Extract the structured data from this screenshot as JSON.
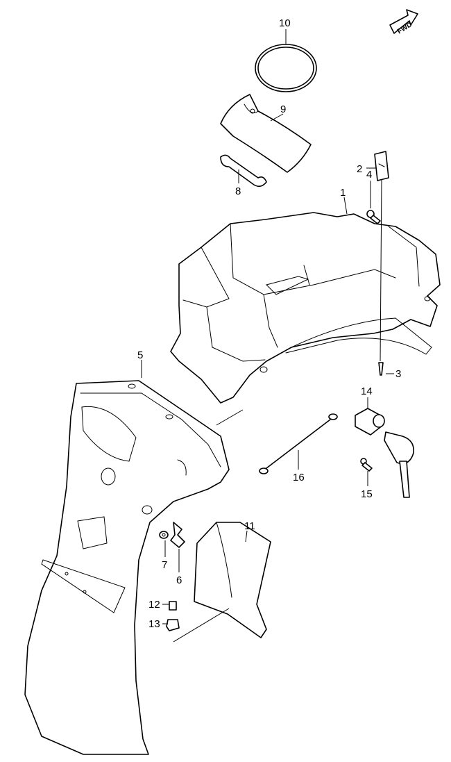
{
  "fwd_label": "FWD",
  "callouts": [
    "1",
    "2",
    "3",
    "4",
    "5",
    "6",
    "7",
    "8",
    "9",
    "10",
    "11",
    "12",
    "13",
    "14",
    "15",
    "16"
  ]
}
